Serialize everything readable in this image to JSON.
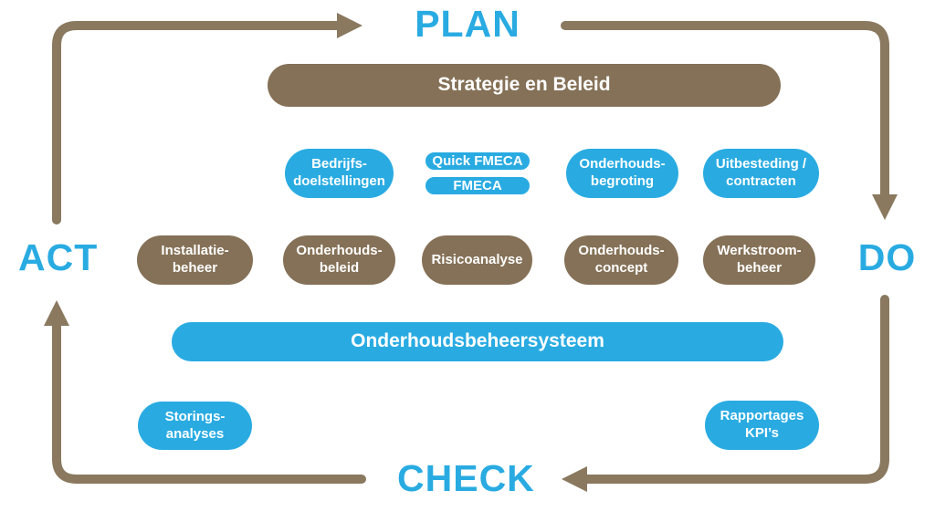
{
  "diagram": {
    "type": "pdca-cycle",
    "colors": {
      "accent_blue": "#29abe2",
      "node_brown": "#857157",
      "arrow_brown": "#8a795f",
      "pill_text": "#ffffff",
      "background": "#ffffff"
    }
  },
  "cycle": {
    "plan": "PLAN",
    "do": "DO",
    "check": "CHECK",
    "act": "ACT"
  },
  "pills": {
    "strategie": "Strategie en Beleid",
    "bedrijfsdoelstellingen": "Bedrijfs-\ndoelstellingen",
    "quick_fmeca": "Quick FMECA",
    "fmeca": "FMECA",
    "onderhoudsbegroting": "Onderhouds-\nbegroting",
    "uitbesteding": "Uitbesteding /\ncontracten",
    "installatiebeheer": "Installatie-\nbeheer",
    "onderhoudsbeleid": "Onderhouds-\nbeleid",
    "risicoanalyse": "Risicoanalyse",
    "onderhoudsconcept": "Onderhouds-\nconcept",
    "werkstroombeheer": "Werkstroom-\nbeheer",
    "onderhoudsbeheersysteem": "Onderhoudsbeheersysteem",
    "storingsanalyses": "Storings-\nanalyses",
    "rapportages_kpis": "Rapportages\nKPI’s"
  }
}
